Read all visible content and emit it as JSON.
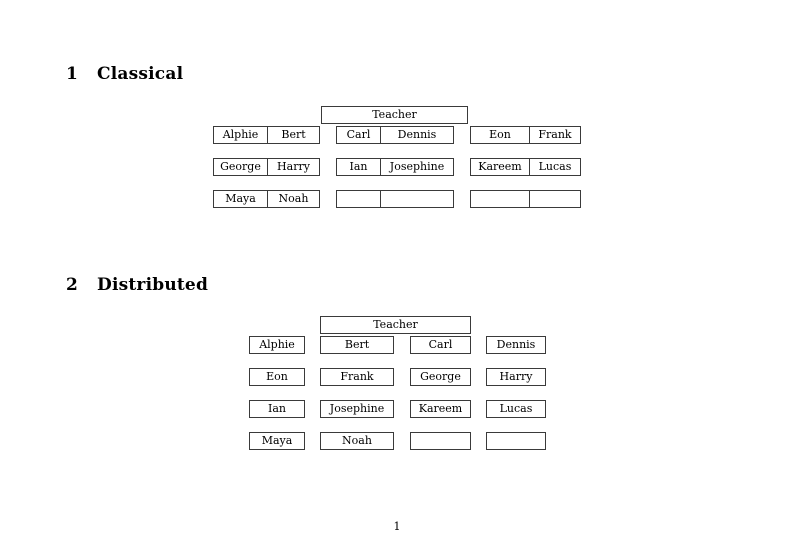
{
  "document": {
    "page_number": "1"
  },
  "sections": [
    {
      "number": "1",
      "title": "Classical",
      "layout": "grouped-pairs",
      "teacher_label": "Teacher",
      "rows": [
        {
          "groups": [
            {
              "cells": [
                "Alphie",
                "Bert"
              ]
            },
            {
              "cells": [
                "Carl",
                "Dennis"
              ]
            },
            {
              "cells": [
                "Eon",
                "Frank"
              ]
            }
          ]
        },
        {
          "groups": [
            {
              "cells": [
                "George",
                "Harry"
              ]
            },
            {
              "cells": [
                "Ian",
                "Josephine"
              ]
            },
            {
              "cells": [
                "Kareem",
                "Lucas"
              ]
            }
          ]
        },
        {
          "groups": [
            {
              "cells": [
                "Maya",
                "Noah"
              ]
            },
            {
              "cells": [
                "",
                ""
              ]
            },
            {
              "cells": [
                "",
                ""
              ]
            }
          ]
        }
      ]
    },
    {
      "number": "2",
      "title": "Distributed",
      "layout": "individual-boxes",
      "teacher_label": "Teacher",
      "rows": [
        {
          "cells": [
            "Alphie",
            "Bert",
            "Carl",
            "Dennis"
          ]
        },
        {
          "cells": [
            "Eon",
            "Frank",
            "George",
            "Harry"
          ]
        },
        {
          "cells": [
            "Ian",
            "Josephine",
            "Kareem",
            "Lucas"
          ]
        },
        {
          "cells": [
            "Maya",
            "Noah",
            "",
            ""
          ]
        }
      ]
    }
  ]
}
